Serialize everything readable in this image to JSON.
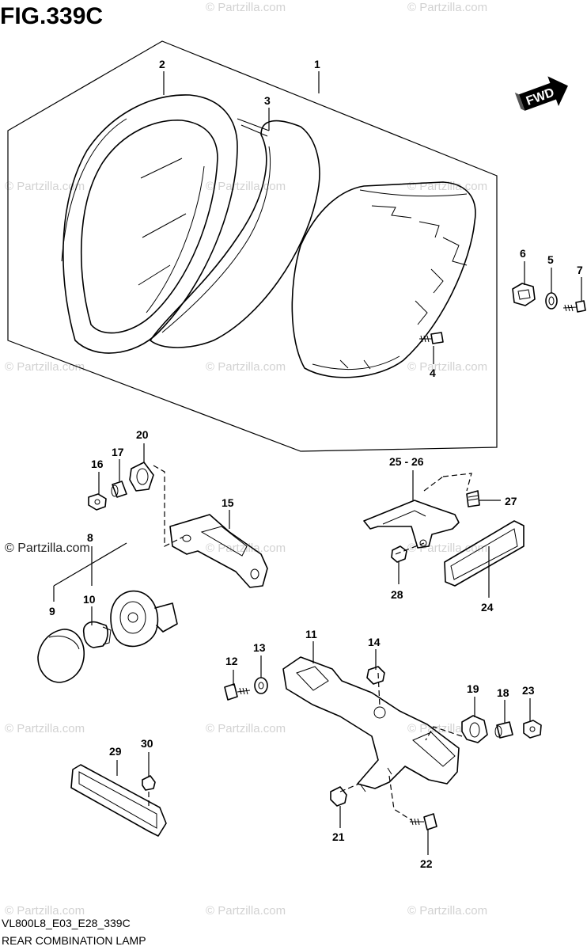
{
  "figure": {
    "title": "FIG.339C",
    "code": "VL800L8_E03_E28_339C",
    "name": "REAR COMBINATION LAMP"
  },
  "direction_badge": {
    "label": "FWD"
  },
  "watermark": {
    "text": "© Partzilla.com"
  },
  "callouts": [
    {
      "id": "c1",
      "label": "1"
    },
    {
      "id": "c2",
      "label": "2"
    },
    {
      "id": "c3",
      "label": "3"
    },
    {
      "id": "c4",
      "label": "4"
    },
    {
      "id": "c5",
      "label": "5"
    },
    {
      "id": "c6",
      "label": "6"
    },
    {
      "id": "c7",
      "label": "7"
    },
    {
      "id": "c8",
      "label": "8"
    },
    {
      "id": "c9",
      "label": "9"
    },
    {
      "id": "c10",
      "label": "10"
    },
    {
      "id": "c11",
      "label": "11"
    },
    {
      "id": "c12",
      "label": "12"
    },
    {
      "id": "c13",
      "label": "13"
    },
    {
      "id": "c14",
      "label": "14"
    },
    {
      "id": "c15",
      "label": "15"
    },
    {
      "id": "c16",
      "label": "16"
    },
    {
      "id": "c17",
      "label": "17"
    },
    {
      "id": "c18",
      "label": "18"
    },
    {
      "id": "c19",
      "label": "19"
    },
    {
      "id": "c20",
      "label": "20"
    },
    {
      "id": "c21",
      "label": "21"
    },
    {
      "id": "c22",
      "label": "22"
    },
    {
      "id": "c23",
      "label": "23"
    },
    {
      "id": "c24",
      "label": "24"
    },
    {
      "id": "c25",
      "label": "25 - 26"
    },
    {
      "id": "c27",
      "label": "27"
    },
    {
      "id": "c28",
      "label": "28"
    },
    {
      "id": "c29",
      "label": "29"
    },
    {
      "id": "c30",
      "label": "30"
    }
  ]
}
